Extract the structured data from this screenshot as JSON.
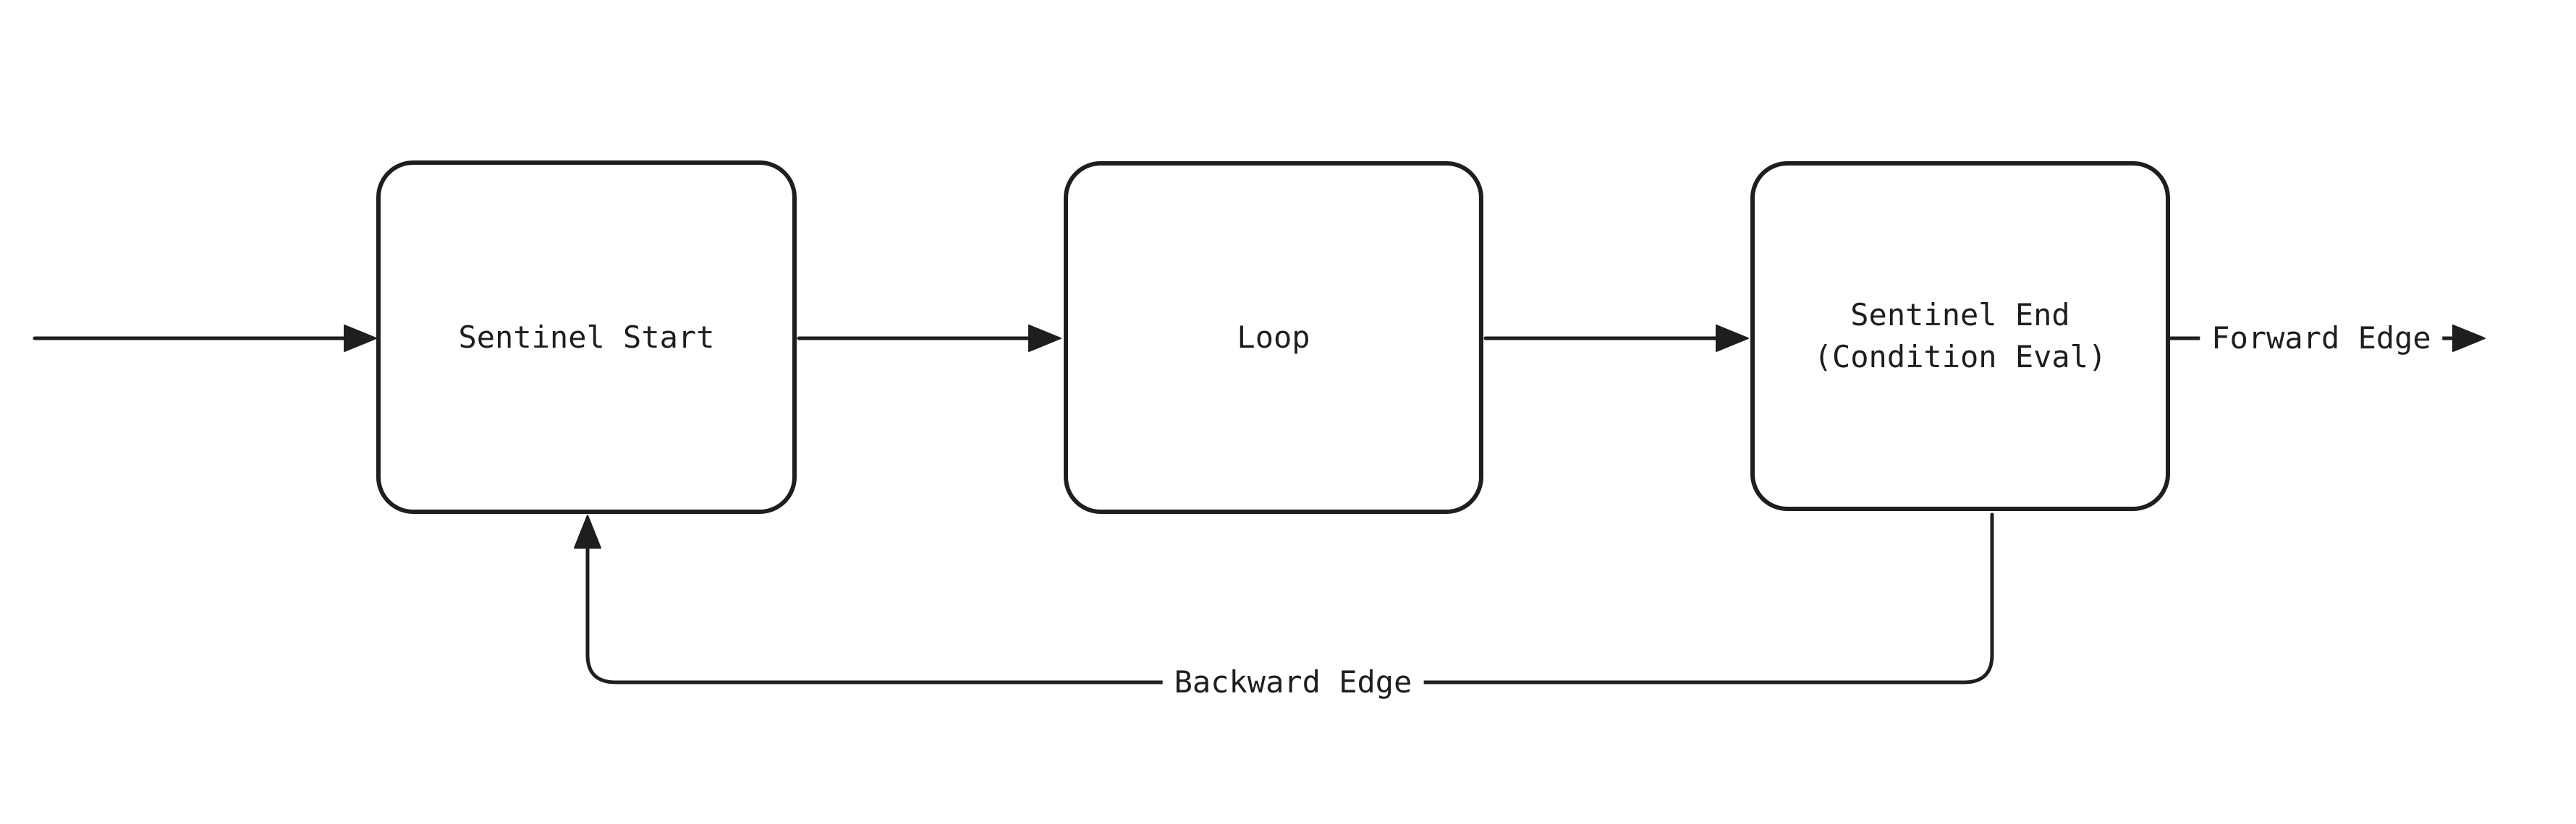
{
  "colors": {
    "ink": "#1e1e1e",
    "bg": "#ffffff"
  },
  "diagram": {
    "type": "flowchart",
    "nodes": [
      {
        "id": "sentinel-start",
        "label": "Sentinel Start"
      },
      {
        "id": "loop",
        "label": "Loop"
      },
      {
        "id": "sentinel-end",
        "label": "Sentinel End\n(Condition Eval)"
      }
    ],
    "edge_labels": {
      "forward": "Forward Edge",
      "backward": "Backward Edge"
    }
  }
}
